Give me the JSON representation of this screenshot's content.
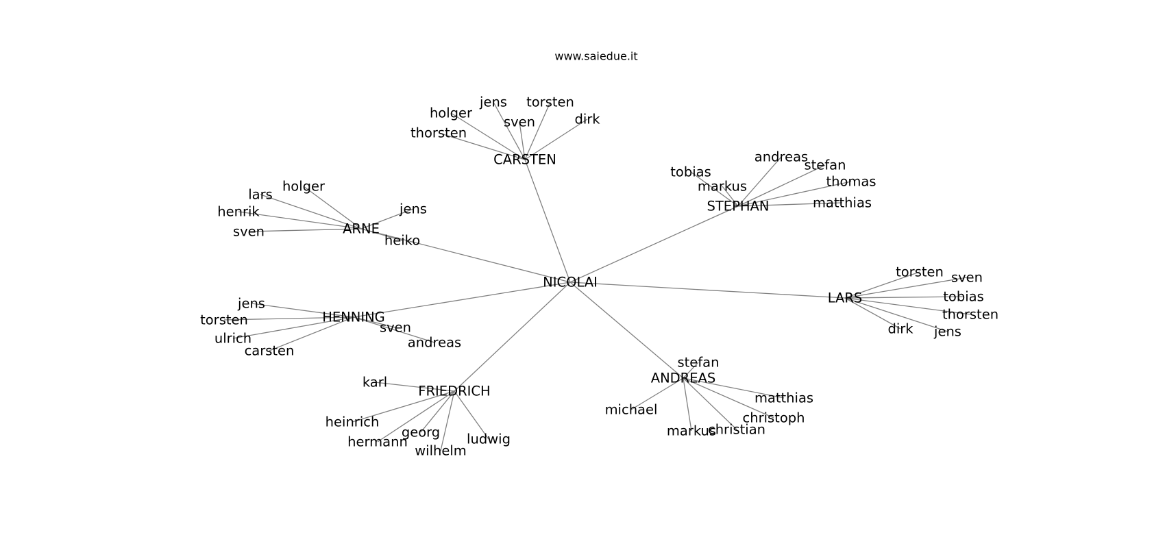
{
  "title": "www.saiedue.it",
  "root": "NICOLAI",
  "groups": [
    {
      "hub": "CARSTEN",
      "members": [
        "jens",
        "torsten",
        "holger",
        "sven",
        "dirk",
        "thorsten"
      ]
    },
    {
      "hub": "STEPHAN",
      "members": [
        "andreas",
        "stefan",
        "tobias",
        "thomas",
        "markus",
        "matthias"
      ]
    },
    {
      "hub": "ARNE",
      "members": [
        "holger",
        "lars",
        "jens",
        "henrik",
        "sven",
        "heiko"
      ]
    },
    {
      "hub": "LARS",
      "members": [
        "torsten",
        "sven",
        "tobias",
        "thorsten",
        "dirk",
        "jens"
      ]
    },
    {
      "hub": "HENNING",
      "members": [
        "jens",
        "torsten",
        "ulrich",
        "sven",
        "carsten",
        "andreas"
      ]
    },
    {
      "hub": "ANDREAS",
      "members": [
        "stefan",
        "matthias",
        "michael",
        "christoph",
        "markus",
        "christian"
      ]
    },
    {
      "hub": "FRIEDRICH",
      "members": [
        "karl",
        "heinrich",
        "georg",
        "ludwig",
        "hermann",
        "wilhelm"
      ]
    }
  ],
  "colors": {
    "edge": "#808080",
    "text": "#000000",
    "background": "#ffffff"
  }
}
